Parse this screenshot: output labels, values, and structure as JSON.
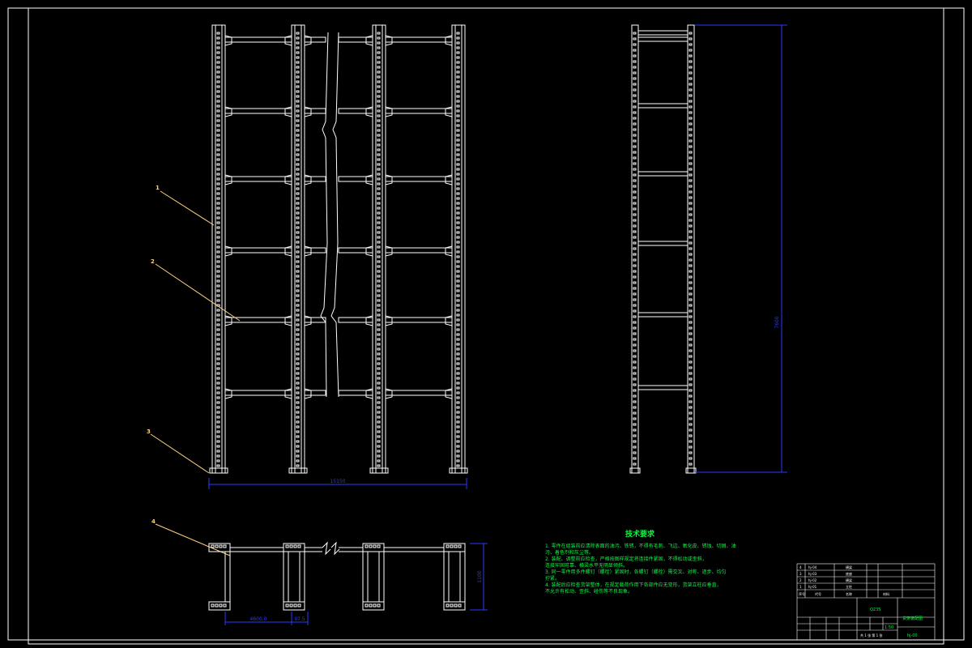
{
  "drawing": {
    "background": "#000000",
    "line_color": "#ffffff",
    "dimension_color": "#2a3cff",
    "leader_color": "#ffd27f",
    "notes_color": "#00ff3c"
  },
  "callouts": [
    "1",
    "2",
    "3",
    "4"
  ],
  "dimensions": {
    "front_width": "15150",
    "side_height": "7600",
    "plan_depth": "1100",
    "plan_bay": "4600.0",
    "plan_post": "97.5"
  },
  "technical_notes": {
    "title": "技术要求",
    "lines": [
      "1. 零件在组装前应清除表面的油污、铁锈，不得有毛刺、飞边、氧化皮、锈蚀、切屑、油",
      "   污、着色剂和灰尘等。",
      "2. 装配、调整前应检查，严格按图样规定将连接件紧固，不得松动或歪斜，",
      "   连接牢固可靠、横梁水平无明显倾斜。",
      "3. 同一零件用多件螺钉（螺栓）紧固时，各螺钉（螺栓）需交叉、对称、逐步、均匀",
      "   拧紧。",
      "4. 装配后应检查货架整体，在规定载荷作用下各部件应无变形，货架立柱应垂直，",
      "   不允许有松动、歪斜、碰伤等不良现象。"
    ]
  },
  "title_block": {
    "drawing_title": "货架装配图",
    "drawing_number": "hj-00",
    "material": "Q235",
    "scale": "1:50",
    "sheet": "共 1 张  第 1 张",
    "parts": [
      {
        "no": "4",
        "code": "hj-04",
        "name": "横梁"
      },
      {
        "no": "3",
        "code": "hj-03",
        "name": "底座"
      },
      {
        "no": "2",
        "code": "hj-02",
        "name": "横梁"
      },
      {
        "no": "1",
        "code": "hj-01",
        "name": "立柱"
      }
    ],
    "header": {
      "no": "序号",
      "code": "代号",
      "name": "名称",
      "material": "材料"
    }
  }
}
